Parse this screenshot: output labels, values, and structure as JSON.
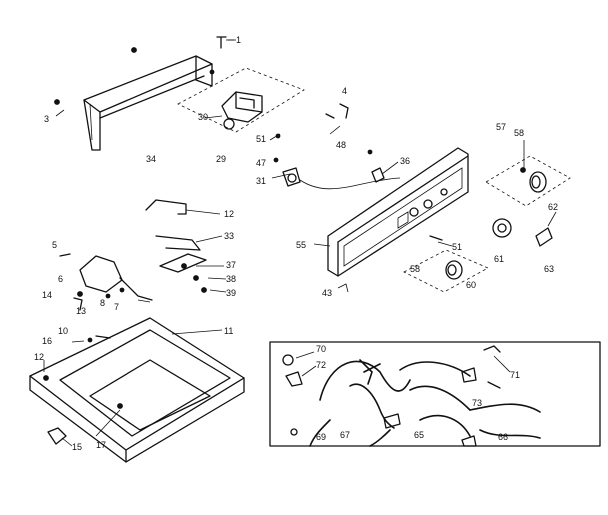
{
  "callouts": [
    {
      "id": "1",
      "label": "1"
    },
    {
      "id": "3",
      "label": "3"
    },
    {
      "id": "34",
      "label": "34"
    },
    {
      "id": "30",
      "label": "30"
    },
    {
      "id": "29",
      "label": "29"
    },
    {
      "id": "4",
      "label": "4"
    },
    {
      "id": "48",
      "label": "48"
    },
    {
      "id": "51",
      "label": "51"
    },
    {
      "id": "47",
      "label": "47"
    },
    {
      "id": "31",
      "label": "31"
    },
    {
      "id": "36",
      "label": "36"
    },
    {
      "id": "57",
      "label": "57"
    },
    {
      "id": "58a",
      "label": "58"
    },
    {
      "id": "62",
      "label": "62"
    },
    {
      "id": "12",
      "label": "12"
    },
    {
      "id": "33",
      "label": "33"
    },
    {
      "id": "37",
      "label": "37"
    },
    {
      "id": "38",
      "label": "38"
    },
    {
      "id": "39",
      "label": "39"
    },
    {
      "id": "5",
      "label": "5"
    },
    {
      "id": "6",
      "label": "6"
    },
    {
      "id": "14",
      "label": "14"
    },
    {
      "id": "13",
      "label": "13"
    },
    {
      "id": "8",
      "label": "8"
    },
    {
      "id": "7",
      "label": "7"
    },
    {
      "id": "55",
      "label": "55"
    },
    {
      "id": "51b",
      "label": "51"
    },
    {
      "id": "61",
      "label": "61"
    },
    {
      "id": "63",
      "label": "63"
    },
    {
      "id": "58b",
      "label": "58"
    },
    {
      "id": "60",
      "label": "60"
    },
    {
      "id": "43",
      "label": "43"
    },
    {
      "id": "10",
      "label": "10"
    },
    {
      "id": "11",
      "label": "11"
    },
    {
      "id": "16",
      "label": "16"
    },
    {
      "id": "12b",
      "label": "12"
    },
    {
      "id": "15",
      "label": "15"
    },
    {
      "id": "17",
      "label": "17"
    },
    {
      "id": "70",
      "label": "70"
    },
    {
      "id": "72",
      "label": "72"
    },
    {
      "id": "71",
      "label": "71"
    },
    {
      "id": "73",
      "label": "73"
    },
    {
      "id": "69",
      "label": "69"
    },
    {
      "id": "67",
      "label": "67"
    },
    {
      "id": "65",
      "label": "65"
    },
    {
      "id": "66",
      "label": "66"
    }
  ]
}
